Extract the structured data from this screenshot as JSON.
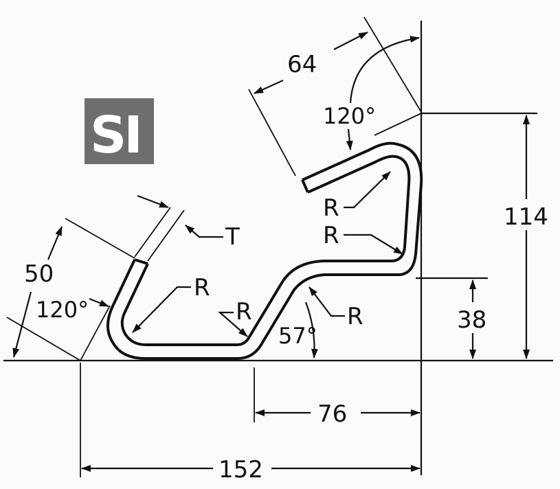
{
  "badge": {
    "text": "SI",
    "bg_color": "#6e6e6e",
    "fg_color": "#ffffff"
  },
  "dimensions": {
    "d64": "64",
    "a120_top": "120°",
    "d114": "114",
    "d50": "50",
    "a120_left": "120°",
    "d38": "38",
    "a57": "57°",
    "d76": "76",
    "d152": "152"
  },
  "labels": {
    "thickness": "T",
    "radius_1": "R",
    "radius_2": "R",
    "radius_3": "R",
    "radius_4": "R",
    "radius_5": "R"
  }
}
